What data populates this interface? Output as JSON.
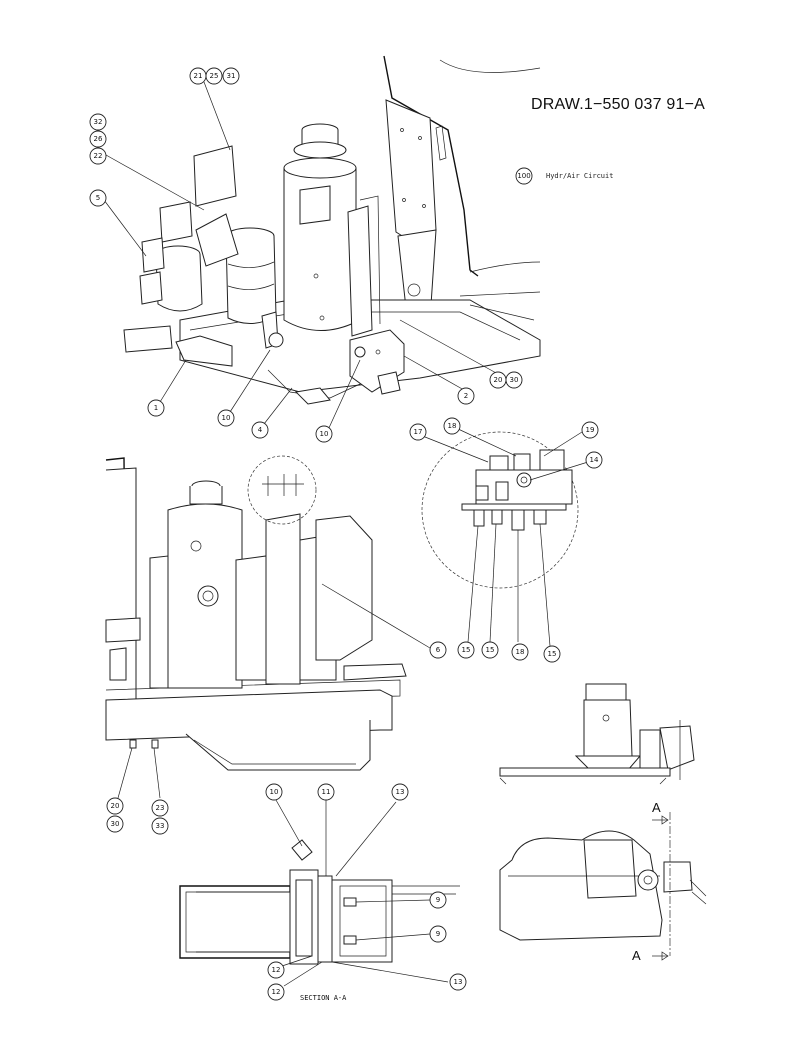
{
  "drawing_number": "DRAW.1−550 037 91−A",
  "circuit_note": {
    "ref": "100",
    "text": "Hydr/Air Circuit"
  },
  "section_label": "SECTION A-A",
  "section_marker": "A",
  "callouts": {
    "top_view": [
      "21",
      "25",
      "31",
      "32",
      "26",
      "22",
      "5",
      "1",
      "10",
      "4",
      "10",
      "2",
      "20",
      "30"
    ],
    "detail_view": [
      "17",
      "18",
      "19",
      "14",
      "15",
      "15",
      "18",
      "15"
    ],
    "side_view": [
      "6",
      "20",
      "30",
      "23",
      "33"
    ],
    "section_view": [
      "10",
      "11",
      "13",
      "9",
      "9",
      "12",
      "12",
      "13"
    ]
  }
}
